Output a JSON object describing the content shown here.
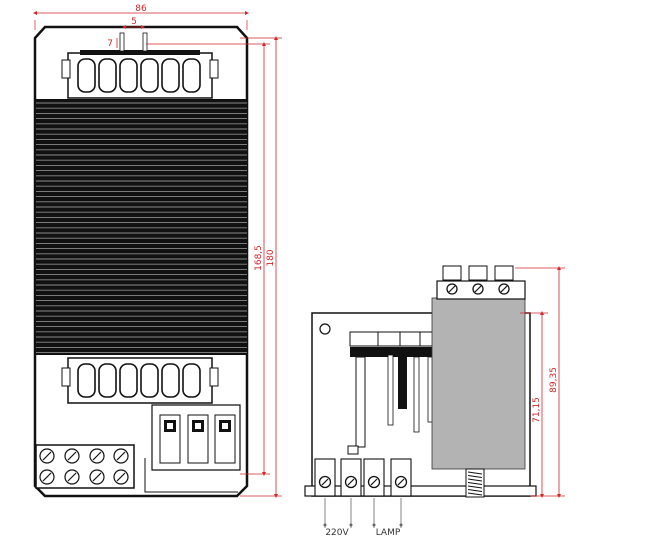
{
  "colors": {
    "dimension": "#d1262a",
    "outline": "#111111",
    "grey_block": "#b3b3b3",
    "paper": "#ffffff"
  },
  "front_view": {
    "dims": {
      "width": "86",
      "slot_gap": "5",
      "slot_height": "7",
      "inner_height": "168,5",
      "total_height": "180"
    }
  },
  "side_view": {
    "dims": {
      "height_total": "89,35",
      "height_body": "71,15"
    },
    "labels": {
      "supply": "220V",
      "lamp": "LAMP"
    }
  }
}
